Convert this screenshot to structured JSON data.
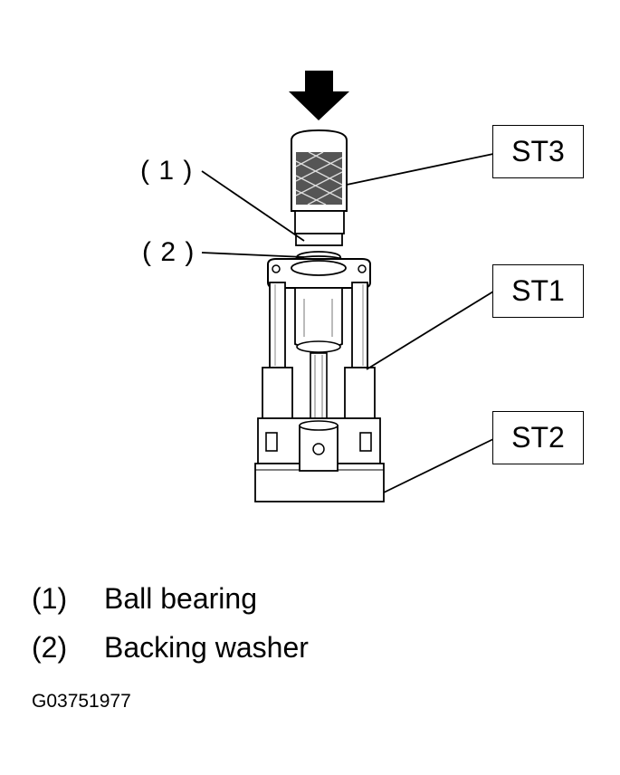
{
  "callouts": {
    "c1": "( 1 )",
    "c2": "( 2 )"
  },
  "tools": {
    "st3": "ST3",
    "st1": "ST1",
    "st2": "ST2"
  },
  "legend": [
    {
      "num": "(1)",
      "text": "Ball bearing"
    },
    {
      "num": "(2)",
      "text": "Backing washer"
    }
  ],
  "figure_id": "G03751977"
}
